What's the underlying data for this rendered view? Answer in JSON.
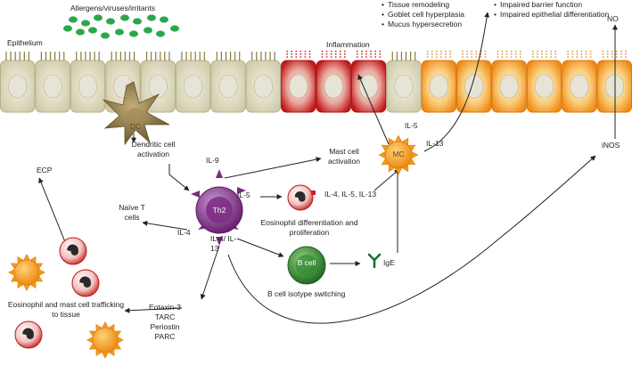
{
  "labels": {
    "allergens": "Allergens/viruses/irritants",
    "epithelium": "Epithelium",
    "inflammation": "Inflammation",
    "no": "NO",
    "inos": "iNOS",
    "dendritic_activation": "Dendritic cell activation",
    "naive_t": "Naïve T cells",
    "il9": "IL-9",
    "il5_th2": "IL-5",
    "il4_th2": "IL-4",
    "il4_il13": "IL-4/ IL-13",
    "il4_il5_il13": "IL-4, IL-5, IL-13",
    "eos_diff": "Eosinophil differentiation and proliferation",
    "mast_activation": "Mast cell activation",
    "il5_mc": "IL-5",
    "il13_mc": "IL-13",
    "ige": "IgE",
    "b_switch": "B cell isotype switching",
    "ecp": "ECP",
    "trafficking": "Eosinophil and mast cell trafficking to tissue",
    "eotaxin": "Eotaxin-3",
    "tarc": "TARC",
    "periostin": "Periostin",
    "parc": "PARC"
  },
  "cells": {
    "dc": "DC",
    "th2": "Th2",
    "mc": "MC",
    "bcell": "B cell"
  },
  "effects_left": [
    "Tissue remodeling",
    "Goblet cell hyperplasia",
    "Mucus hypersecretion"
  ],
  "effects_right": [
    "Impaired barrier function",
    "Impaired epithelial differentiation"
  ],
  "colors": {
    "epithelium_normal": "#dcd9bd",
    "epithelium_inflamed": "#d0201d",
    "epithelium_impaired": "#f39a1d",
    "allergen_dots": "#2ba84a",
    "dendritic_cell": "#8a7440",
    "th2": "#7a2a7f",
    "mast_cell": "#f39a1d",
    "b_cell": "#2f7f2f",
    "eosinophil": "#c8201d"
  }
}
